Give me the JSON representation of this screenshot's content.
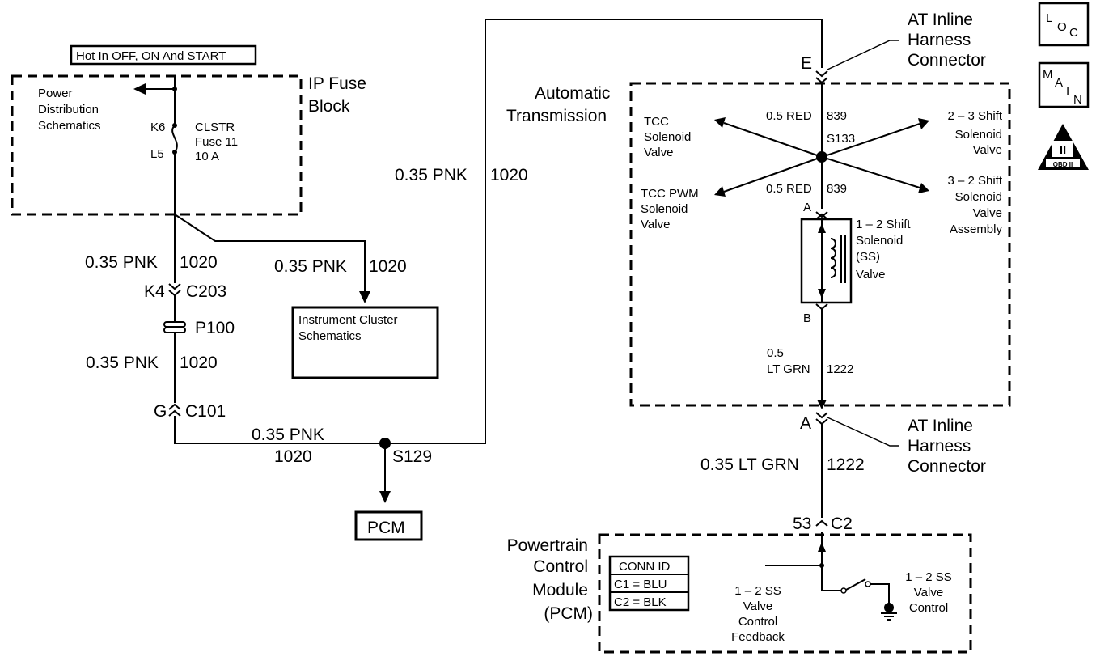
{
  "power_label": "Hot In OFF, ON And START",
  "ip_fuse_block": {
    "line1": "IP Fuse",
    "line2": "Block"
  },
  "power_distribution": [
    "Power",
    "Distribution",
    "Schematics"
  ],
  "fuse": {
    "pin_top": "K6",
    "pin_bottom": "L5",
    "line1": "CLSTR",
    "line2": "Fuse 11",
    "line3": "10 A"
  },
  "wires": {
    "w1_size": "0.35 PNK",
    "w1_circuit": "1020",
    "w2_size": "0.35 PNK",
    "w2_circuit": "1020",
    "w3_size": "0.35 PNK",
    "w3_circuit": "1020",
    "w4_size": "0.35 PNK",
    "w4_circuit": "1020",
    "w5_size": "0.35 PNK",
    "w5_circuit": "1020",
    "w6_size": "0.35 LT GRN",
    "w6_circuit": "1222",
    "w7_size_a": "0.5",
    "w7_size_b": "LT GRN",
    "w7_circuit": "1222",
    "w8_size": "0.5 RED",
    "w8_circuit": "839",
    "w9_size": "0.5 RED",
    "w9_circuit": "839"
  },
  "connectors": {
    "c203_pin": "K4",
    "c203_name": "C203",
    "p100": "P100",
    "c101_pin": "G",
    "c101_name": "C101",
    "e_pin": "E",
    "a_pin_outer": "A",
    "a_pin_valve": "A",
    "b_pin_valve": "B",
    "c2_pin": "53",
    "c2_name": "C2"
  },
  "splices": {
    "s129": "S129",
    "s133": "S133"
  },
  "instrument_cluster": [
    "Instrument Cluster",
    "Schematics"
  ],
  "pcm_box": "PCM",
  "at_inline_top": [
    "AT Inline",
    "Harness",
    "Connector"
  ],
  "at_inline_bottom": [
    "AT Inline",
    "Harness",
    "Connector"
  ],
  "automatic_transmission": [
    "Automatic",
    "Transmission"
  ],
  "solenoids": {
    "tcc": [
      "TCC",
      "Solenoid",
      "Valve"
    ],
    "tcc_pwm": [
      "TCC PWM",
      "Solenoid",
      "Valve"
    ],
    "shift_23": [
      "2 – 3 Shift",
      "Solenoid",
      "Valve"
    ],
    "shift_32": [
      "3 – 2 Shift",
      "Solenoid",
      "Valve",
      "Assembly"
    ],
    "shift_12": [
      "1 – 2 Shift",
      "Solenoid",
      "(SS)",
      "Valve"
    ]
  },
  "pcm_module": [
    "Powertrain",
    "Control",
    "Module",
    "(PCM)"
  ],
  "conn_id": {
    "title": "CONN ID",
    "row1": "C1  =  BLU",
    "row2": "C2  =  BLK"
  },
  "feedback": [
    "1 – 2 SS",
    "Valve",
    "Control",
    "Feedback"
  ],
  "control": [
    "1 – 2 SS",
    "Valve",
    "Control"
  ],
  "icons": {
    "loc": {
      "l": "L",
      "oc": "O",
      "c": "C"
    },
    "main": {
      "m": "M",
      "a": "A",
      "i": "I",
      "n": "N"
    },
    "obd": {
      "numeral": "II",
      "label": "OBD II"
    }
  }
}
